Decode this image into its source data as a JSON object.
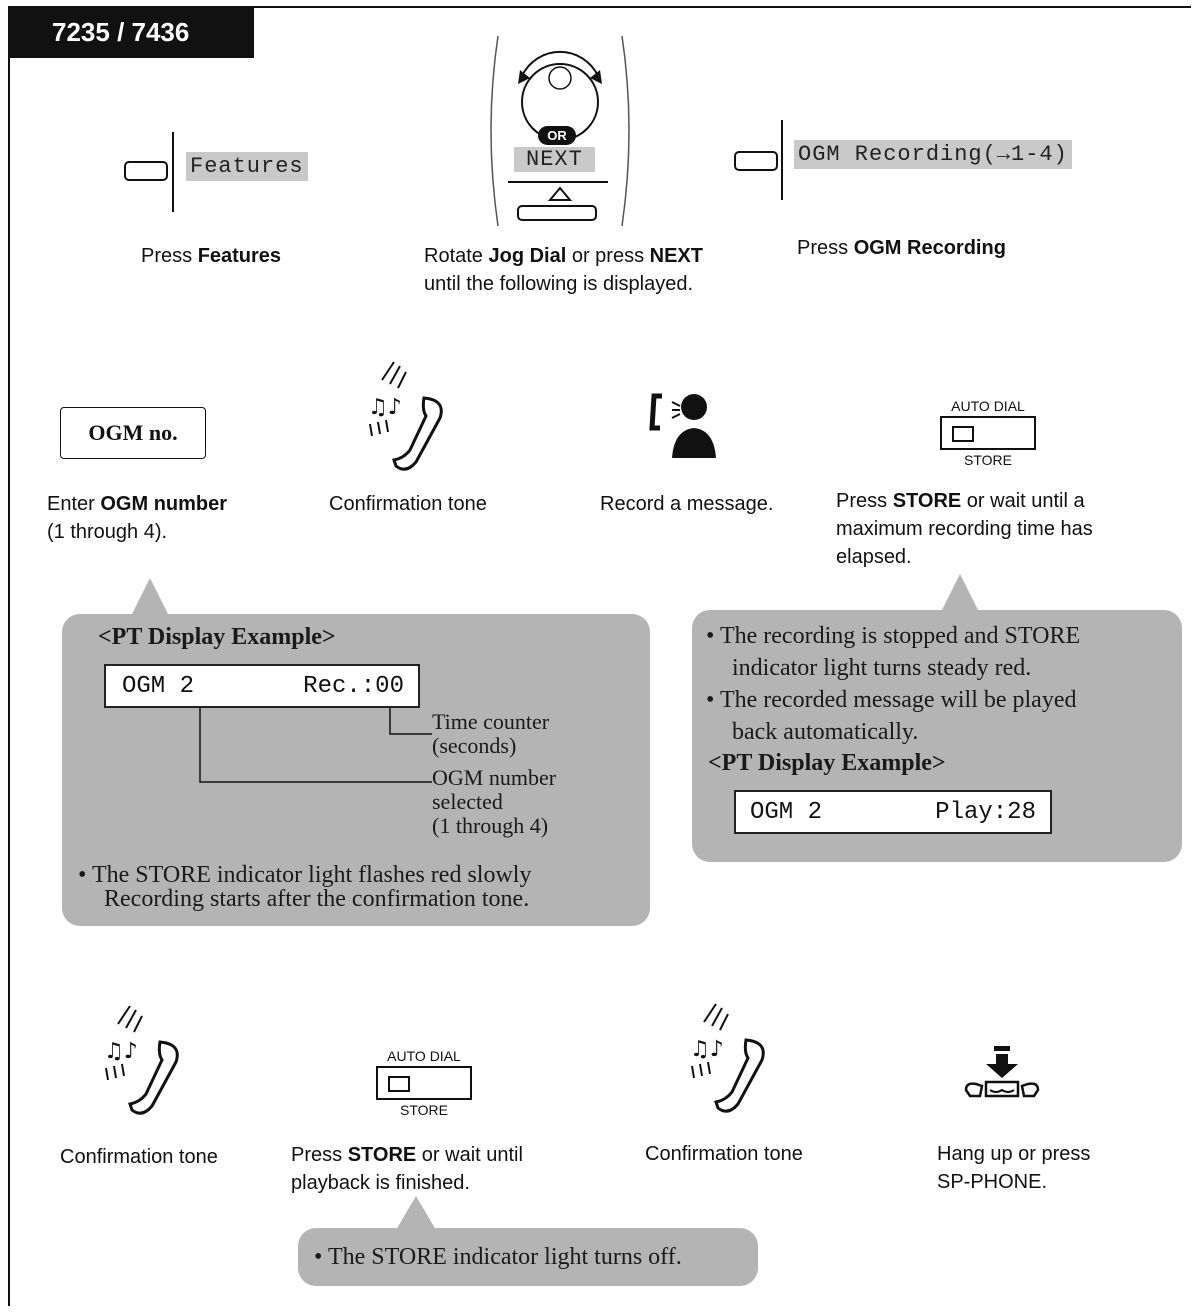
{
  "header": {
    "model": "7235 / 7436"
  },
  "step1": {
    "display_label": "Features",
    "caption_pre": "Press ",
    "caption_bold": "Features"
  },
  "step2": {
    "or_badge": "OR",
    "next_label": "NEXT",
    "caption_pre": "Rotate ",
    "caption_bold1": "Jog Dial",
    "caption_mid": " or press ",
    "caption_bold2": "NEXT",
    "caption_post": " until the following is displayed."
  },
  "step3": {
    "display_label": "OGM Recording(→1-4)",
    "caption_pre": "Press ",
    "caption_bold": "OGM Recording"
  },
  "step4": {
    "box_label": "OGM no.",
    "caption_pre": "Enter ",
    "caption_bold": "OGM number",
    "caption_post": "(1 through 4)."
  },
  "step5": {
    "caption": "Confirmation tone"
  },
  "step6": {
    "caption": "Record a message."
  },
  "step7": {
    "top_label": "AUTO DIAL",
    "bottom_label": "STORE",
    "caption_pre": "Press ",
    "caption_bold": "STORE",
    "caption_post": " or wait until a maximum recording time has elapsed."
  },
  "panel_left": {
    "header": "<PT Display Example>",
    "lcd_left": "OGM 2",
    "lcd_right": "Rec.:00",
    "anno_time_1": "Time counter",
    "anno_time_2": "(seconds)",
    "anno_ogm_1": "OGM number",
    "anno_ogm_2": "selected",
    "anno_ogm_3": "(1 through 4)",
    "note_1": "The STORE indicator light flashes red slowly",
    "note_2": "Recording starts after the confirmation tone."
  },
  "panel_right": {
    "bullet1_line1": "The recording is stopped and STORE",
    "bullet1_line2": "indicator light turns steady red.",
    "bullet2_line1": "The recorded message will be played",
    "bullet2_line2": "back automatically.",
    "header": "<PT Display Example>",
    "lcd_left": "OGM 2",
    "lcd_right": "Play:28"
  },
  "step8": {
    "caption": "Confirmation tone"
  },
  "step9": {
    "top_label": "AUTO DIAL",
    "bottom_label": "STORE",
    "caption_pre": "Press ",
    "caption_bold": "STORE",
    "caption_post": " or wait until playback is finished."
  },
  "step10": {
    "caption": "Confirmation tone"
  },
  "step11": {
    "caption_line1": "Hang up or press",
    "caption_line2": "SP-PHONE."
  },
  "panel_bottom": {
    "note": "The STORE indicator light turns off."
  }
}
